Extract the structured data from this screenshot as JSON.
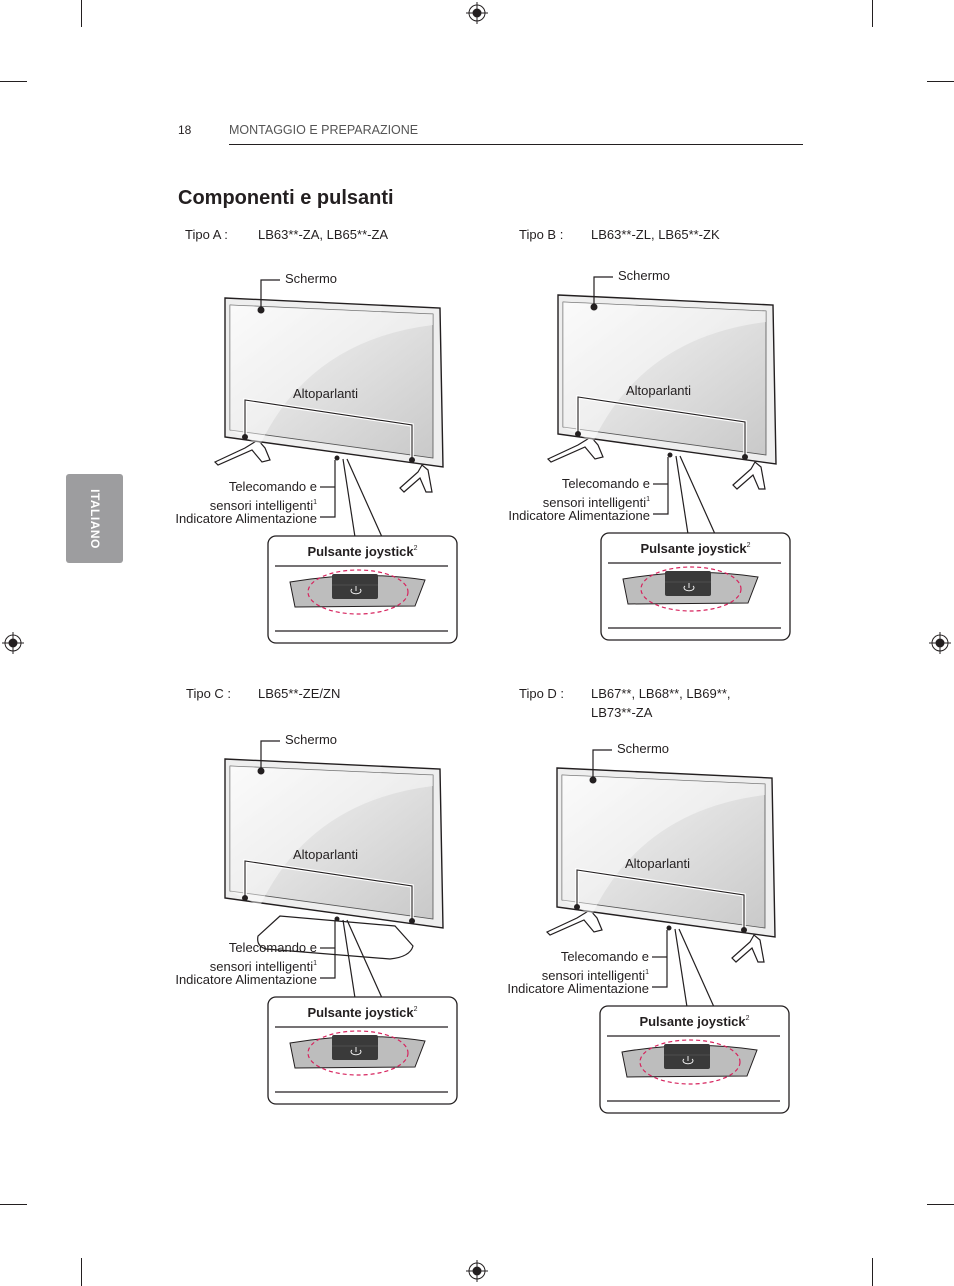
{
  "header": {
    "page_number": "18",
    "section": "MONTAGGIO E PREPARAZIONE"
  },
  "title": "Componenti e pulsanti",
  "side_tab": "ITALIANO",
  "panels": [
    {
      "type_label": "Tipo A :",
      "models": "LB63**-ZA, LB65**-ZA",
      "models_line2": "",
      "screen": "Schermo",
      "speakers": "Altoparlanti",
      "sensor_line1": "Telecomando e",
      "sensor_line2": "sensori intelligenti",
      "sup1": "1",
      "power": "Indicatore Alimentazione",
      "joystick": "Pulsante joystick",
      "sup2": "2",
      "stand": "feet"
    },
    {
      "type_label": "Tipo B :",
      "models": "LB63**-ZL, LB65**-ZK",
      "models_line2": "",
      "screen": "Schermo",
      "speakers": "Altoparlanti",
      "sensor_line1": "Telecomando e",
      "sensor_line2": "sensori intelligenti",
      "sup1": "1",
      "power": "Indicatore Alimentazione",
      "joystick": "Pulsante joystick",
      "sup2": "2",
      "stand": "feet"
    },
    {
      "type_label": "Tipo C :",
      "models": "LB65**-ZE/ZN",
      "models_line2": "",
      "screen": "Schermo",
      "speakers": "Altoparlanti",
      "sensor_line1": "Telecomando e",
      "sensor_line2": "sensori intelligenti",
      "sup1": "1",
      "power": "Indicatore Alimentazione",
      "joystick": "Pulsante joystick",
      "sup2": "2",
      "stand": "pedestal"
    },
    {
      "type_label": "Tipo D :",
      "models": "LB67**, LB68**, LB69**,",
      "models_line2": "LB73**-ZA",
      "screen": "Schermo",
      "speakers": "Altoparlanti",
      "sensor_line1": "Telecomando e",
      "sensor_line2": "sensori intelligenti",
      "sup1": "1",
      "power": "Indicatore Alimentazione",
      "joystick": "Pulsante joystick",
      "sup2": "2",
      "stand": "feet"
    }
  ],
  "colors": {
    "tab": "#9d9d9f",
    "dashed_highlight": "#d6245e",
    "button_dark": "#3a3a3a",
    "joystick_body": "#bdbdbd"
  }
}
